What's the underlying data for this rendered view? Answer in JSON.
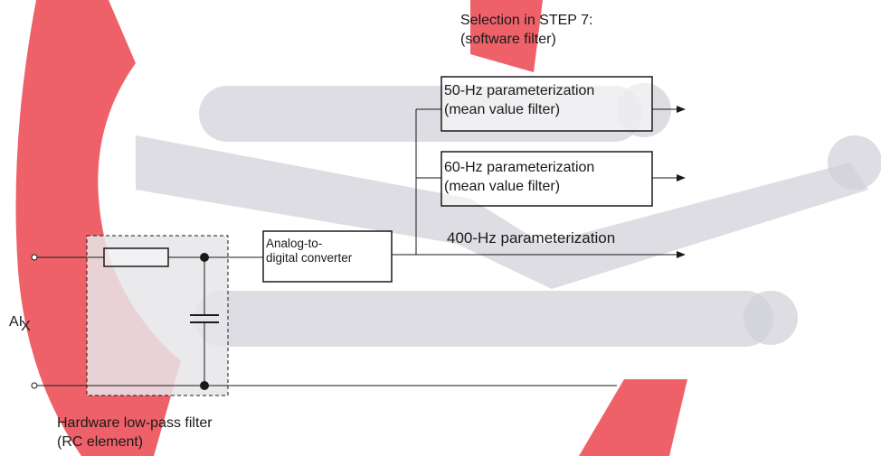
{
  "diagram": {
    "title_line1": "Selection in STEP 7:",
    "title_line2": "(software filter)",
    "box_50hz_line1": "50-Hz parameterization",
    "box_50hz_line2": "(mean value filter)",
    "box_60hz_line1": "60-Hz parameterization",
    "box_60hz_line2": "(mean value filter)",
    "label_400hz": "400-Hz parameterization",
    "adc_line1": "Analog-to-",
    "adc_line2": "digital converter",
    "input_label": "AI",
    "input_subscript": "X",
    "filter_caption_line1": "Hardware low-pass filter",
    "filter_caption_line2": "(RC element)"
  },
  "colors": {
    "watermark_red": "#e8303a",
    "watermark_gray": "#c8c8d2",
    "line": "#1a1a1a",
    "filter_region": "#e6e6ea"
  }
}
